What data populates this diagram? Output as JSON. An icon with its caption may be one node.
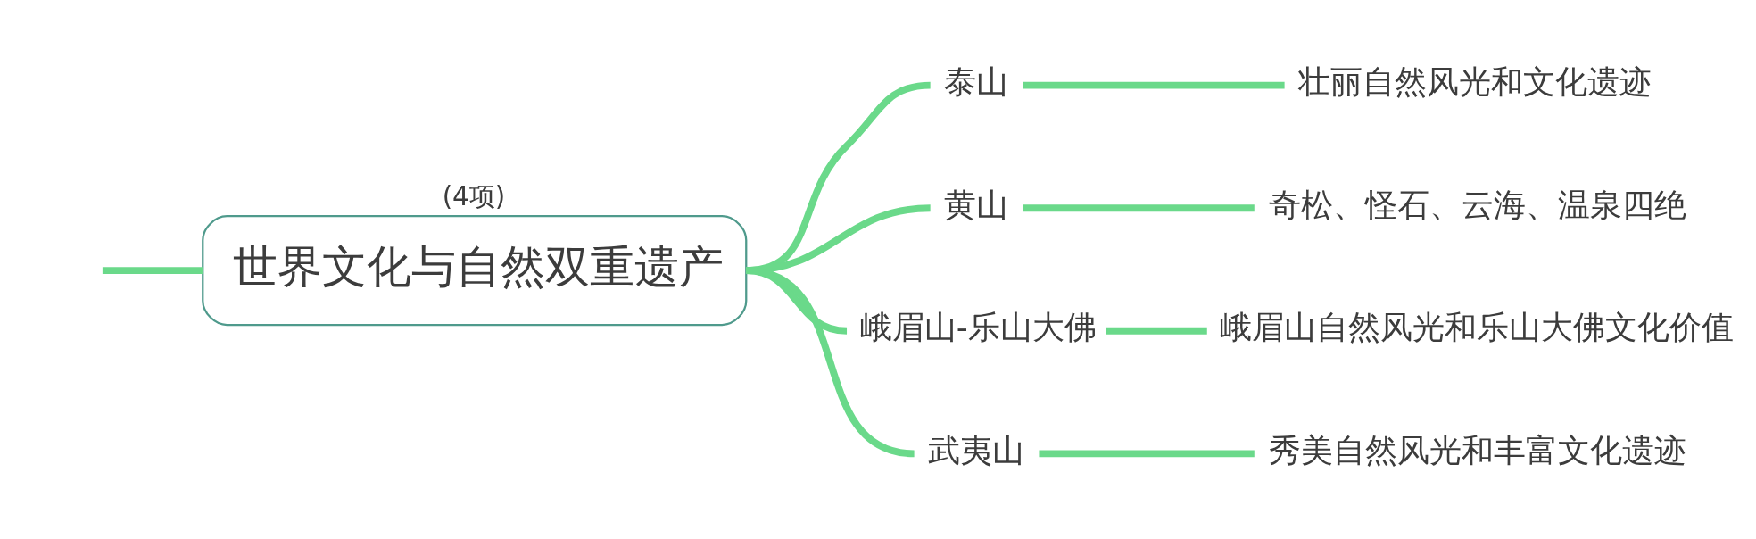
{
  "diagram": {
    "nodes": [
      {
        "text": [
          "世界文化与自然双重遗产"
        ],
        "beside": [
          "(4项)"
        ]
      },
      {
        "text": [
          "泰山"
        ]
      },
      {
        "text": [
          "壮丽自然风光和文化遗迹"
        ]
      },
      {
        "text": [
          "黄山"
        ]
      },
      {
        "text": [
          "奇松、怪石、云海、温泉四绝"
        ]
      },
      {
        "text": [
          "峨眉山-乐山大佛"
        ]
      },
      {
        "text": [
          "峨眉山自然风光和乐山大佛文化价值"
        ]
      },
      {
        "text": [
          "武夷山"
        ]
      },
      {
        "text": [
          "秀美自然风光和丰富文化遗迹"
        ]
      }
    ],
    "edges": [
      {
        "from": null,
        "to": 0,
        "arrow": "none"
      },
      {
        "from": 0,
        "to": 1,
        "arrow": "none"
      },
      {
        "from": 1,
        "to": 2,
        "arrow": "none"
      },
      {
        "from": 0,
        "to": 3,
        "arrow": "none"
      },
      {
        "from": 3,
        "to": 4,
        "arrow": "none"
      },
      {
        "from": 0,
        "to": 5,
        "arrow": "none"
      },
      {
        "from": 5,
        "to": 6,
        "arrow": "none"
      },
      {
        "from": 0,
        "to": 7,
        "arrow": "none"
      },
      {
        "from": 7,
        "to": 8,
        "arrow": "none"
      }
    ]
  }
}
